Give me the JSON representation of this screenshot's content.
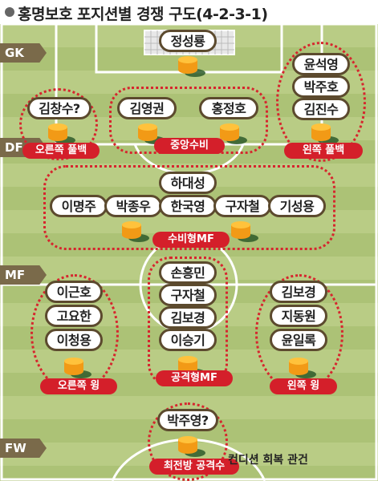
{
  "title": "홍명보호 포지션별 경쟁 구도(4-2-3-1)",
  "positions": {
    "gk": "GK",
    "df": "DF",
    "mf": "MF",
    "fw": "FW"
  },
  "gk": [
    "정성룡"
  ],
  "df": {
    "right_back": {
      "label": "오른쪽 풀백",
      "players": [
        "김창수?"
      ]
    },
    "center_back": {
      "label": "중앙수비",
      "players": [
        "김영권",
        "홍정호"
      ]
    },
    "left_back": {
      "label": "왼쪽 풀백",
      "players": [
        "윤석영",
        "박주호",
        "김진수"
      ]
    }
  },
  "dmf": {
    "label": "수비형MF",
    "players": [
      "하대성",
      "이명주",
      "박종우",
      "한국영",
      "구자철",
      "기성용"
    ]
  },
  "amf": {
    "right_wing": {
      "label": "오른쪽 윙",
      "players": [
        "이근호",
        "고요한",
        "이청용"
      ]
    },
    "attacking_mf": {
      "label": "공격형MF",
      "players": [
        "손흥민",
        "구자철",
        "김보경",
        "이승기"
      ]
    },
    "left_wing": {
      "label": "왼쪽 윙",
      "players": [
        "김보경",
        "지동원",
        "윤일록"
      ]
    }
  },
  "fw": {
    "label": "최전방 공격수",
    "players": [
      "박주영?"
    ]
  },
  "legend_note": "컨디션 회복 관건",
  "colors": {
    "accent_red": "#d41f2a",
    "field_green": "#b9cc85",
    "pill_border": "#5c4a2e",
    "can_orange": "#f29a16"
  }
}
